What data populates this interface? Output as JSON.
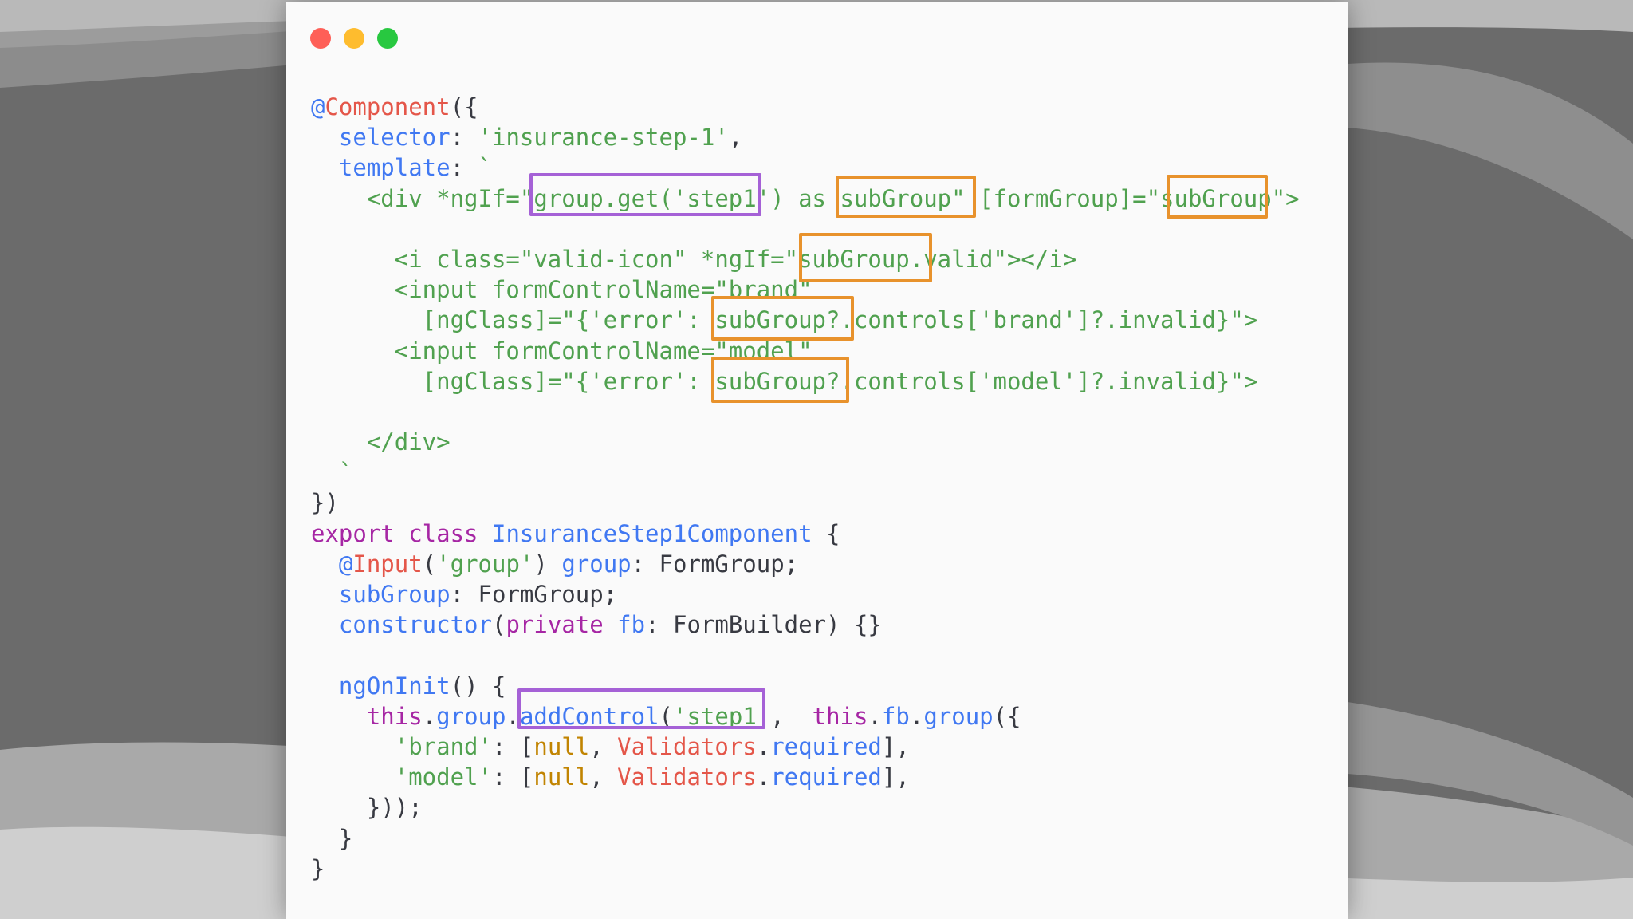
{
  "window": {
    "controls": [
      "close",
      "minimize",
      "zoom"
    ]
  },
  "code": {
    "lines": [
      [
        {
          "t": "@",
          "c": "c-fn"
        },
        {
          "t": "Component",
          "c": "c-cls"
        },
        {
          "t": "({",
          "c": "c-pun"
        }
      ],
      [
        {
          "t": "  selector",
          "c": "c-fn"
        },
        {
          "t": ": ",
          "c": "c-pun"
        },
        {
          "t": "'insurance-step-1'",
          "c": "c-str"
        },
        {
          "t": ",",
          "c": "c-pun"
        }
      ],
      [
        {
          "t": "  template",
          "c": "c-fn"
        },
        {
          "t": ": ",
          "c": "c-pun"
        },
        {
          "t": "`",
          "c": "c-tpl"
        }
      ],
      [
        {
          "t": "    <div *ngIf=\"group.get('step1') as subGroup\" [formGroup]=\"subGroup\">",
          "c": "c-tag"
        }
      ],
      [
        {
          "t": "",
          "c": "c-tag"
        }
      ],
      [
        {
          "t": "      <i class=\"valid-icon\" *ngIf=\"subGroup.valid\"></i>",
          "c": "c-tag"
        }
      ],
      [
        {
          "t": "      <input formControlName=\"brand\"",
          "c": "c-tag"
        }
      ],
      [
        {
          "t": "        [ngClass]=\"{'error': subGroup?.controls['brand']?.invalid}\">",
          "c": "c-tag"
        }
      ],
      [
        {
          "t": "      <input formControlName=\"model\"",
          "c": "c-tag"
        }
      ],
      [
        {
          "t": "        [ngClass]=\"{'error': subGroup?.controls['model']?.invalid}\">",
          "c": "c-tag"
        }
      ],
      [
        {
          "t": "",
          "c": "c-tag"
        }
      ],
      [
        {
          "t": "    </div>",
          "c": "c-tag"
        }
      ],
      [
        {
          "t": "  `",
          "c": "c-tpl"
        }
      ],
      [
        {
          "t": "})",
          "c": "c-pun"
        }
      ],
      [
        {
          "t": "export class ",
          "c": "c-kw"
        },
        {
          "t": "InsuranceStep1Component",
          "c": "c-fn"
        },
        {
          "t": " {",
          "c": "c-pun"
        }
      ],
      [
        {
          "t": "  @",
          "c": "c-fn"
        },
        {
          "t": "Input",
          "c": "c-cls"
        },
        {
          "t": "(",
          "c": "c-pun"
        },
        {
          "t": "'group'",
          "c": "c-str"
        },
        {
          "t": ") ",
          "c": "c-pun"
        },
        {
          "t": "group",
          "c": "c-fn"
        },
        {
          "t": ": FormGroup;",
          "c": "c-pun"
        }
      ],
      [
        {
          "t": "  subGroup",
          "c": "c-fn"
        },
        {
          "t": ": FormGroup;",
          "c": "c-pun"
        }
      ],
      [
        {
          "t": "  constructor",
          "c": "c-fn"
        },
        {
          "t": "(",
          "c": "c-pun"
        },
        {
          "t": "private ",
          "c": "c-kw"
        },
        {
          "t": "fb",
          "c": "c-fn"
        },
        {
          "t": ": FormBuilder) {}",
          "c": "c-pun"
        }
      ],
      [
        {
          "t": "",
          "c": "c-pun"
        }
      ],
      [
        {
          "t": "  ngOnInit",
          "c": "c-fn"
        },
        {
          "t": "() {",
          "c": "c-pun"
        }
      ],
      [
        {
          "t": "    this",
          "c": "c-kw"
        },
        {
          "t": ".",
          "c": "c-pun"
        },
        {
          "t": "group",
          "c": "c-fn"
        },
        {
          "t": ".",
          "c": "c-pun"
        },
        {
          "t": "addControl",
          "c": "c-fn"
        },
        {
          "t": "(",
          "c": "c-pun"
        },
        {
          "t": "'step1'",
          "c": "c-str"
        },
        {
          "t": ",  ",
          "c": "c-pun"
        },
        {
          "t": "this",
          "c": "c-kw"
        },
        {
          "t": ".",
          "c": "c-pun"
        },
        {
          "t": "fb",
          "c": "c-fn"
        },
        {
          "t": ".",
          "c": "c-pun"
        },
        {
          "t": "group",
          "c": "c-fn"
        },
        {
          "t": "({",
          "c": "c-pun"
        }
      ],
      [
        {
          "t": "      'brand'",
          "c": "c-str"
        },
        {
          "t": ": [",
          "c": "c-pun"
        },
        {
          "t": "null",
          "c": "c-num"
        },
        {
          "t": ", ",
          "c": "c-pun"
        },
        {
          "t": "Validators",
          "c": "c-cls"
        },
        {
          "t": ".",
          "c": "c-pun"
        },
        {
          "t": "required",
          "c": "c-fn"
        },
        {
          "t": "],",
          "c": "c-pun"
        }
      ],
      [
        {
          "t": "      'model'",
          "c": "c-str"
        },
        {
          "t": ": [",
          "c": "c-pun"
        },
        {
          "t": "null",
          "c": "c-num"
        },
        {
          "t": ", ",
          "c": "c-pun"
        },
        {
          "t": "Validators",
          "c": "c-cls"
        },
        {
          "t": ".",
          "c": "c-pun"
        },
        {
          "t": "required",
          "c": "c-fn"
        },
        {
          "t": "],",
          "c": "c-pun"
        }
      ],
      [
        {
          "t": "    }));",
          "c": "c-pun"
        }
      ],
      [
        {
          "t": "  }",
          "c": "c-pun"
        }
      ],
      [
        {
          "t": "}",
          "c": "c-pun"
        }
      ]
    ]
  },
  "highlights": [
    {
      "label": "group.get('step1')",
      "color": "purple"
    },
    {
      "label": "subGroup",
      "color": "orange"
    },
    {
      "label": "subGroup",
      "color": "orange"
    },
    {
      "label": "subGroup.",
      "color": "orange"
    },
    {
      "label": "subGroup?.",
      "color": "orange"
    },
    {
      "label": "subGroup?.",
      "color": "orange"
    },
    {
      "label": "addControl('step1',",
      "color": "purple"
    }
  ]
}
